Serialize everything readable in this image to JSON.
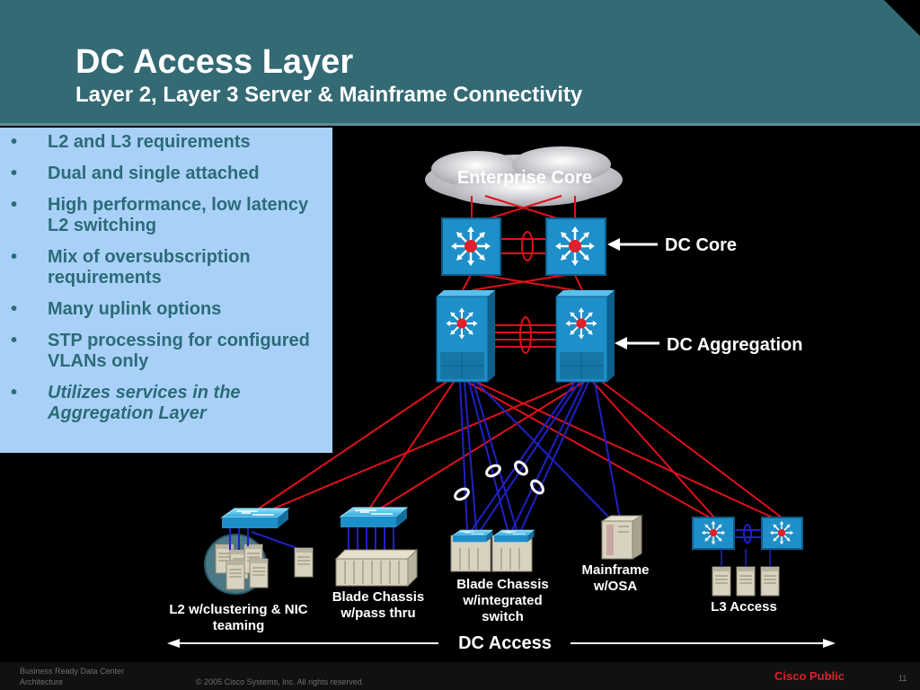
{
  "slide": {
    "title": "DC Access Layer",
    "subtitle": "Layer 2, Layer 3 Server & Mainframe Connectivity"
  },
  "bullets": [
    {
      "marker": "•",
      "text": "L2 and L3 requirements"
    },
    {
      "marker": "•",
      "text": "Dual and single attached"
    },
    {
      "marker": "•",
      "text": "High performance, low latency L2 switching"
    },
    {
      "marker": "•",
      "text": "Mix of oversubscription requirements"
    },
    {
      "marker": "•",
      "text": "Many uplink options"
    },
    {
      "marker": "•",
      "text": "STP processing for configured VLANs only"
    },
    {
      "marker": "•",
      "text": "Utilizes services in the Aggregation Layer"
    }
  ],
  "diagram": {
    "cloud_label": "Enterprise Core",
    "core_label": "DC Core",
    "aggregation_label": "DC Aggregation",
    "access_label": "DC Access",
    "nodes": {
      "l2_cluster": "L2 w/clustering & NIC teaming",
      "blade_pass": "Blade Chassis w/pass thru",
      "blade_integrated": "Blade Chassis w/integrated switch",
      "mainframe": "Mainframe w/OSA",
      "l3_access": "L3 Access"
    },
    "colors": {
      "link_red": "#e0101a",
      "link_blue": "#2020c8",
      "switch_blue": "#1e8fc8",
      "arrow_white": "#ffffff"
    }
  },
  "footer": {
    "left_line1": "Business Ready Data Center",
    "left_line2": "Architecture",
    "copyright": "© 2005 Cisco Systems, Inc. All rights reserved.",
    "classification": "Cisco Public",
    "page_number": "11"
  }
}
